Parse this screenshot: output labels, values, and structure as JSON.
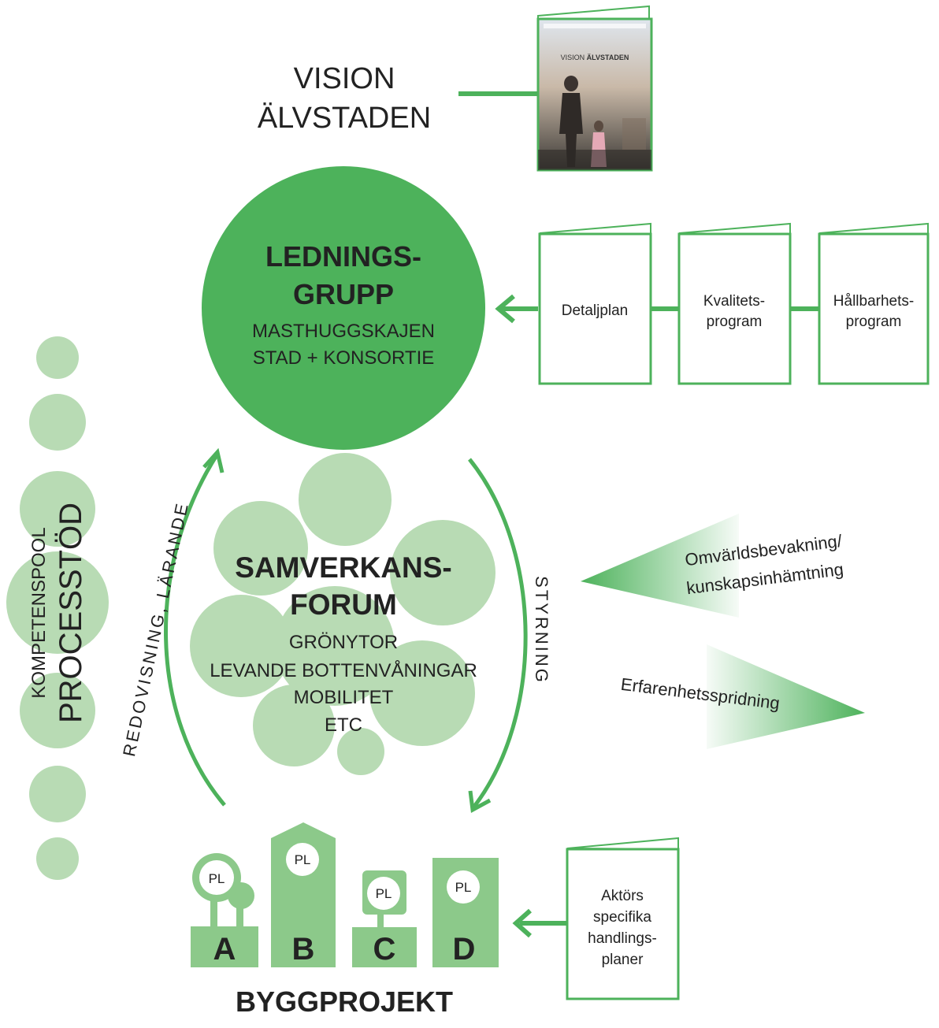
{
  "colors": {
    "green": "#4db25b",
    "green_light": "#b8dbb4",
    "green_mid": "#8cc98a",
    "text": "#222222"
  },
  "vision": {
    "line1": "VISION",
    "line2": "ÄLVSTADEN",
    "cover_caption_plain": "VISION",
    "cover_caption_bold": "ÄLVSTADEN"
  },
  "ledning": {
    "title_line1": "LEDNINGS-",
    "title_line2": "GRUPP",
    "sub_line1": "MASTHUGGSKAJEN",
    "sub_line2": "STAD + KONSORTIE"
  },
  "documents": {
    "detaljplan": "Detaljplan",
    "kvalitet_line1": "Kvalitets-",
    "kvalitet_line2": "program",
    "hallbarhet_line1": "Hållbarhets-",
    "hallbarhet_line2": "program"
  },
  "processtod": {
    "small": "KOMPETENSPOOL",
    "large": "PROCESSTÖD"
  },
  "arc_labels": {
    "left": "REDOVISNING, LÄRANDE",
    "right": "STYRNING"
  },
  "samverkan": {
    "title_line1": "SAMVERKANS-",
    "title_line2": "FORUM",
    "items": [
      "GRÖNYTOR",
      "LEVANDE BOTTENVÅNINGAR",
      "MOBILITET",
      "ETC"
    ]
  },
  "arrows": {
    "omvarld_line1": "Omvärldsbevakning/",
    "omvarld_line2": "kunskapsinhämtning",
    "erfarenhet": "Erfarenhetsspridning"
  },
  "byggprojekt": {
    "title": "BYGGPROJEKT",
    "pl": "PL",
    "letters": [
      "A",
      "B",
      "C",
      "D"
    ]
  },
  "aktor": {
    "line1": "Aktörs",
    "line2": "specifika",
    "line3": "handlings-",
    "line4": "planer"
  }
}
